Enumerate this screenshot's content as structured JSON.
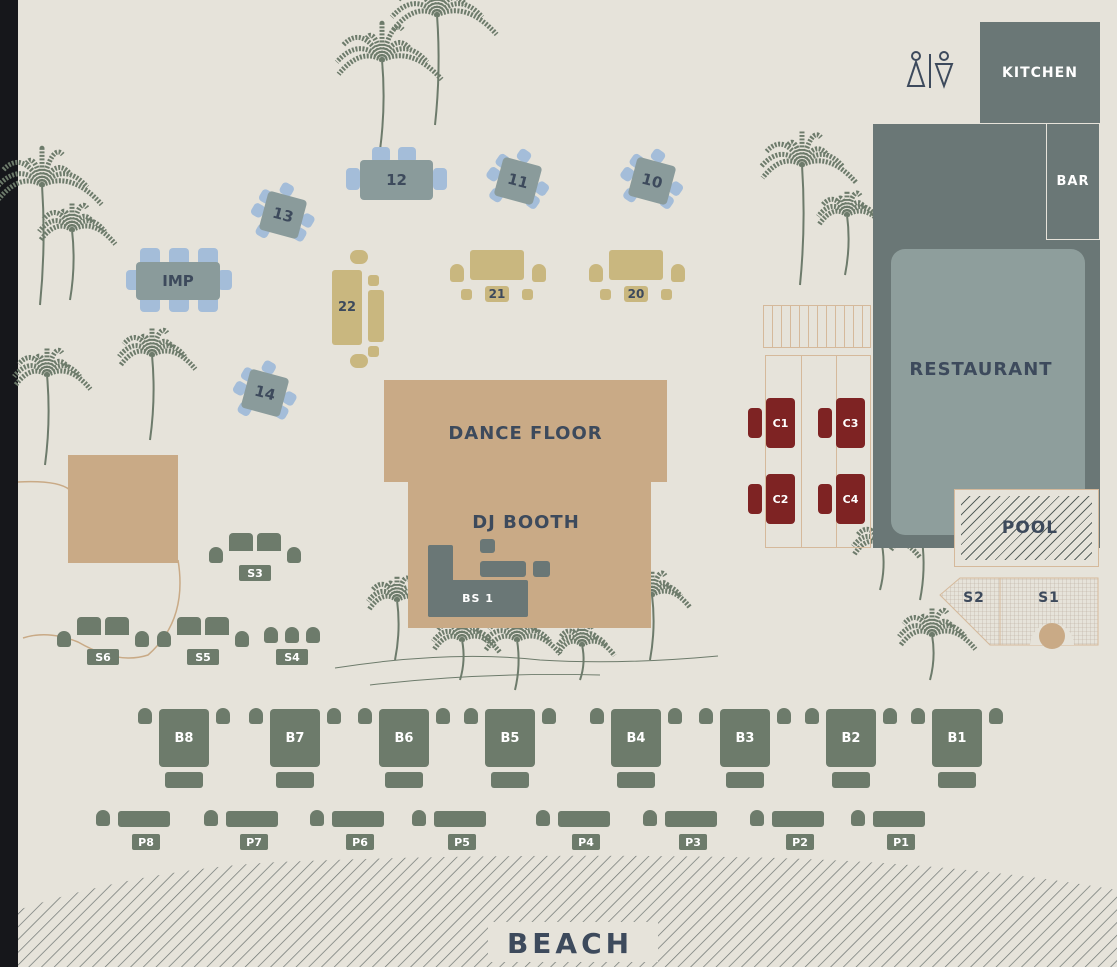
{
  "areas": {
    "kitchen": "KITCHEN",
    "bar": "BAR",
    "restaurant": "RESTAURANT",
    "pool": "POOL",
    "dance_floor": "DANCE FLOOR",
    "dj_booth": "DJ BOOTH",
    "booth_seat": "BS 1",
    "beach": "BEACH",
    "s1": "S1",
    "s2": "S2"
  },
  "tables": {
    "imp": "IMP",
    "t10": "10",
    "t11": "11",
    "t12": "12",
    "t13": "13",
    "t14": "14"
  },
  "lounges": {
    "l20": "20",
    "l21": "21",
    "l22": "22"
  },
  "cabanas": [
    "C1",
    "C2",
    "C3",
    "C4"
  ],
  "sofas": [
    "S3",
    "S4",
    "S5",
    "S6"
  ],
  "beds": [
    "B8",
    "B7",
    "B6",
    "B5",
    "B4",
    "B3",
    "B2",
    "B1"
  ],
  "loungers": [
    "P8",
    "P7",
    "P6",
    "P5",
    "P4",
    "P3",
    "P2",
    "P1"
  ],
  "colors": {
    "sage": "#6d7b6b",
    "slate": "#6a7776",
    "restaurant": "#8e9e9c",
    "tan": "#c9aa86",
    "gold": "#c9b77f",
    "blue": "#a4bdd9",
    "red": "#7e2323",
    "text": "#3d4a5c"
  }
}
